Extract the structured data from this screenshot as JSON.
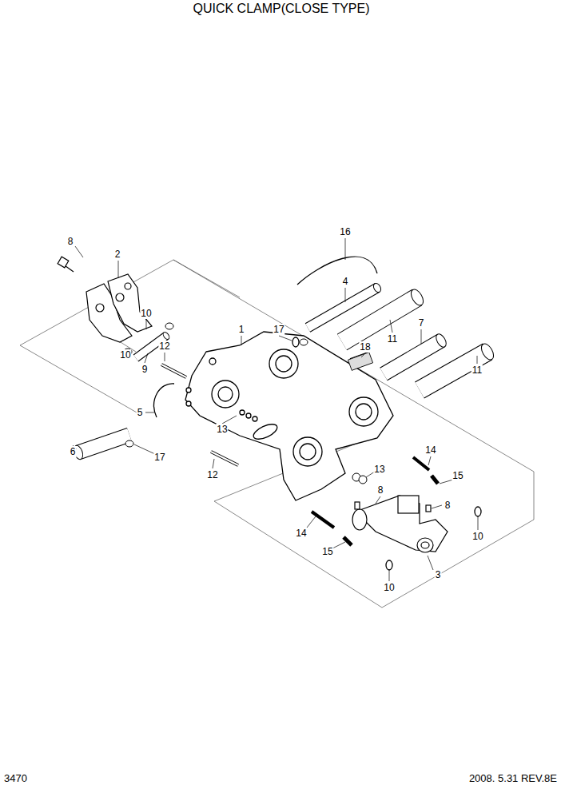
{
  "diagram": {
    "title": "QUICK CLAMP(CLOSE TYPE)",
    "labels": [
      "16",
      "8",
      "2",
      "4",
      "10",
      "7",
      "1",
      "17",
      "11",
      "12",
      "18",
      "10",
      "9",
      "11",
      "5",
      "13",
      "6",
      "17",
      "14",
      "12",
      "15",
      "13",
      "8",
      "8",
      "14",
      "10",
      "15",
      "3",
      "10",
      "3470",
      "2008. 5.31 REV.8E"
    ]
  }
}
